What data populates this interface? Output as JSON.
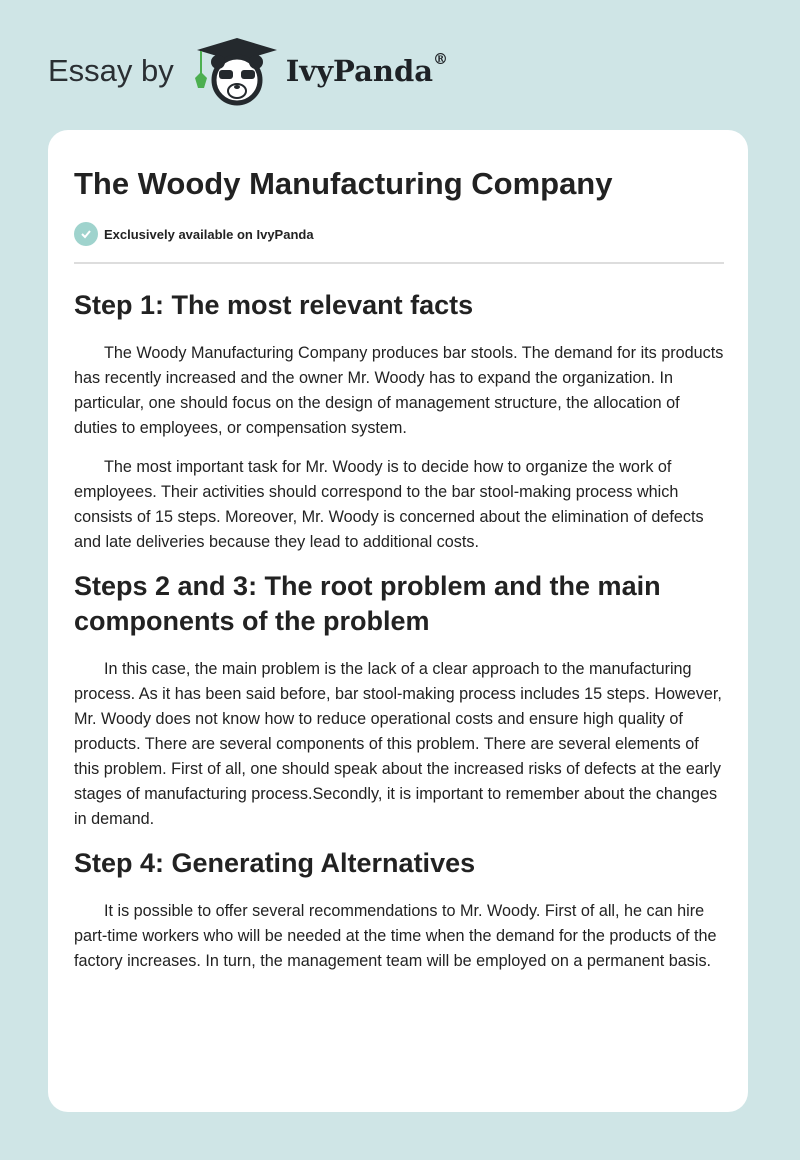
{
  "header": {
    "essay_by": "Essay by",
    "brand": "IvyPanda",
    "registered": "®"
  },
  "article": {
    "title": "The Woody Manufacturing Company",
    "exclusive": "Exclusively available on IvyPanda",
    "sections": [
      {
        "heading": "Step 1: The most relevant facts",
        "paragraphs": [
          "The Woody Manufacturing Company produces bar stools. The demand for its products has recently increased and the owner Mr. Woody has to expand the organization. In particular, one should focus on the design of management structure, the allocation of duties to employees, or compensation system.",
          "The most important task for Mr. Woody is to decide how to organize the work of employees. Their activities should correspond to the bar stool-making process which consists of 15 steps. Moreover, Mr. Woody is concerned about the elimination of defects and late deliveries because they lead to additional costs."
        ]
      },
      {
        "heading": "Steps 2 and 3: The root problem and the main components of the problem",
        "paragraphs": [
          "In this case, the main problem is the lack of a clear approach to the manufacturing process. As it has been said before, bar stool-making process includes 15 steps. However, Mr. Woody does not know how to reduce operational costs and ensure high quality of products. There are several components of this problem. There are several elements of this problem. First of all, one should speak about the increased risks of defects at the early stages of manufacturing process.Secondly, it is important to remember about the changes in demand."
        ]
      },
      {
        "heading": "Step 4: Generating Alternatives",
        "paragraphs": [
          "It is possible to offer several recommendations to Mr. Woody. First of all, he can hire part-time workers who will be needed at the time when the demand for the products of the factory increases. In turn, the management team will be employed on a permanent basis."
        ]
      }
    ]
  }
}
